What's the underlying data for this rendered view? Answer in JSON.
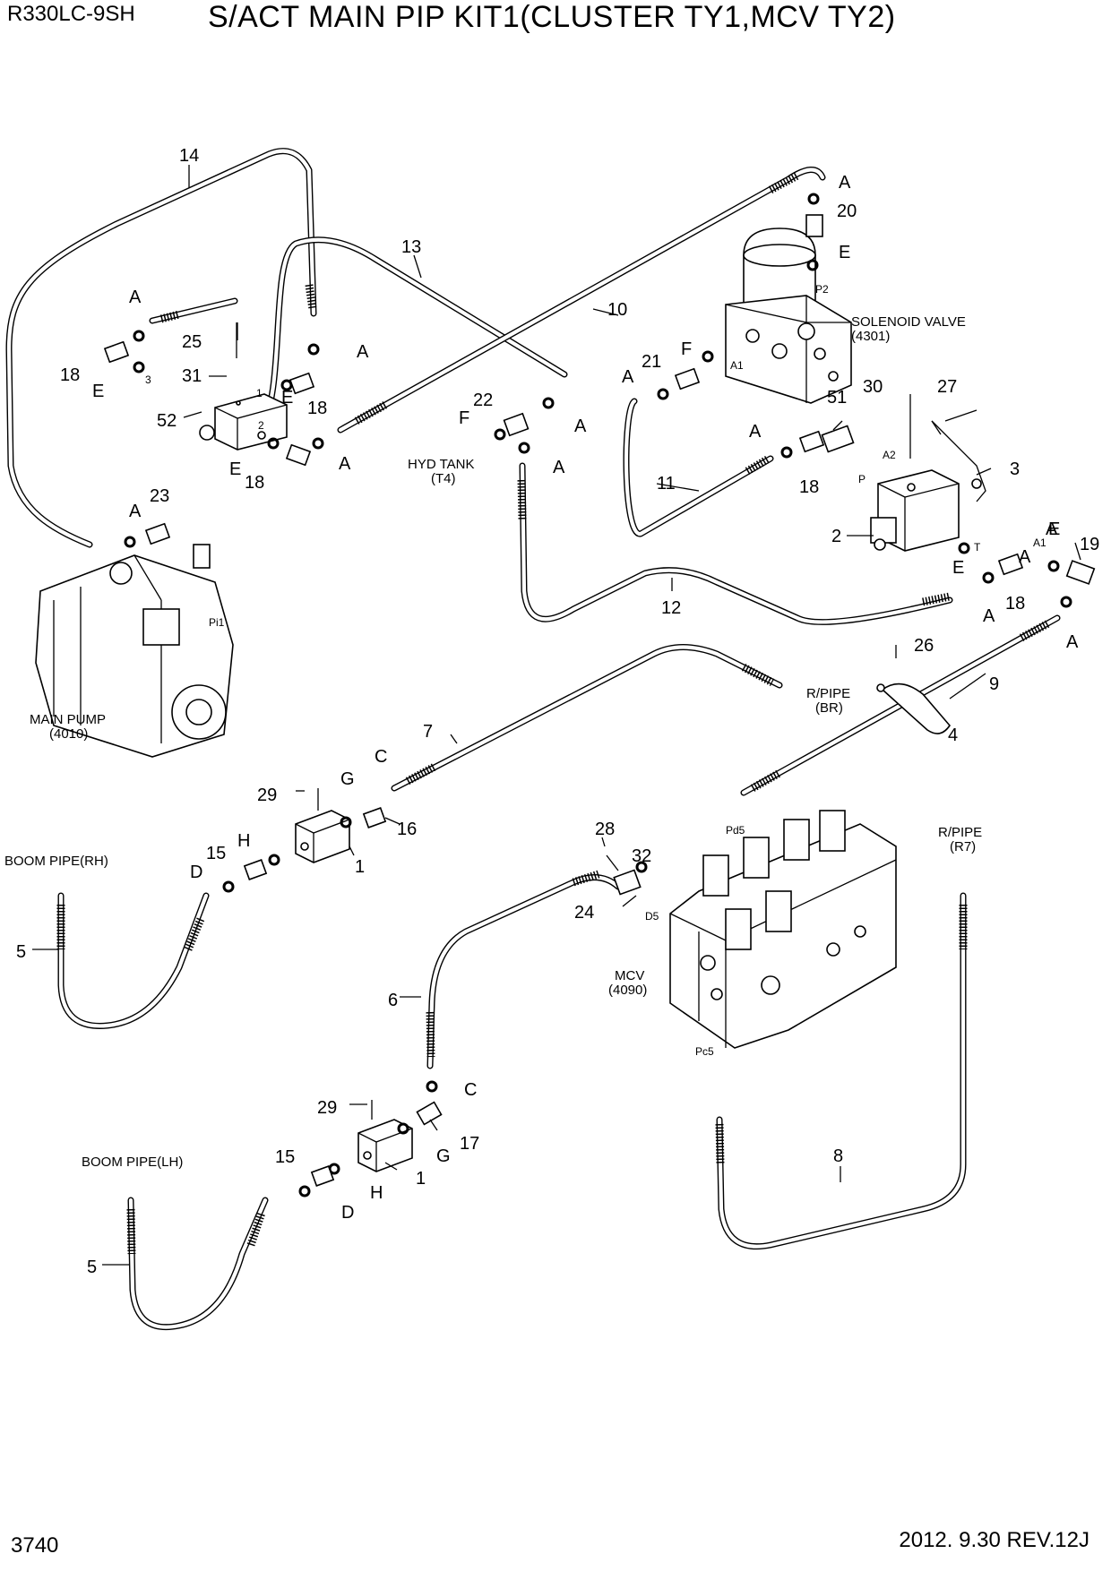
{
  "header": {
    "model": "R330LC-9SH",
    "title": "S/ACT MAIN PIP KIT1(CLUSTER TY1,MCV TY2)"
  },
  "footer": {
    "page": "3740",
    "revision": "2012. 9.30  REV.12J"
  },
  "components": {
    "solenoid_valve": [
      "SOLENOID VALVE",
      "(4301)"
    ],
    "hyd_tank": [
      "HYD TANK",
      "(T4)"
    ],
    "main_pump": [
      "MAIN PUMP",
      "(4010)"
    ],
    "mcv": [
      "MCV",
      "(4090)"
    ],
    "r_pipe_br": [
      "R/PIPE",
      "(BR)"
    ],
    "r_pipe_r7": [
      "R/PIPE",
      "(R7)"
    ],
    "boom_pipe_rh": "BOOM PIPE(RH)",
    "boom_pipe_lh": "BOOM PIPE(LH)"
  },
  "port_labels": [
    "P2",
    "A1",
    "A2",
    "P",
    "T",
    "A1",
    "Pi1",
    "Pd5",
    "D5",
    "Pc5",
    "1",
    "2",
    "3"
  ],
  "callouts": [
    "14",
    "13",
    "10",
    "20",
    "21",
    "22",
    "25",
    "31",
    "52",
    "18",
    "18",
    "18",
    "18",
    "18",
    "11",
    "12",
    "51",
    "30",
    "27",
    "3",
    "2",
    "19",
    "23",
    "26",
    "9",
    "4",
    "7",
    "29",
    "16",
    "15",
    "1",
    "5",
    "28",
    "32",
    "24",
    "6",
    "29",
    "17",
    "15",
    "1",
    "5",
    "8"
  ],
  "letters": [
    "A",
    "A",
    "A",
    "A",
    "A",
    "A",
    "A",
    "A",
    "A",
    "A",
    "A",
    "A",
    "A",
    "E",
    "E",
    "E",
    "E",
    "E",
    "E",
    "F",
    "F",
    "C",
    "C",
    "G",
    "G",
    "H",
    "H",
    "D",
    "D"
  ]
}
